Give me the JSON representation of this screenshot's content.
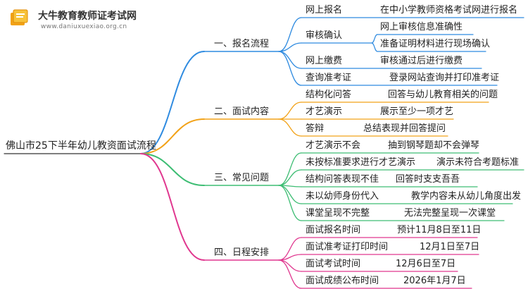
{
  "watermark": {
    "brand": "大牛教育教师证考试网",
    "site": "www.daniuxuexiao.org.cn"
  },
  "colors": {
    "blue": "#2f8be0",
    "orange": "#f2a218",
    "green": "#3dbd73",
    "magenta": "#e0378f",
    "root_line": "#333333"
  },
  "root": "佛山市25下半年幼儿教资面试流程",
  "branches": [
    {
      "label": "一、报名流程",
      "color": "blue",
      "items": [
        {
          "title": "网上报名",
          "detail": "在中小学教师资格考试网进行报名"
        },
        {
          "title": "审核确认",
          "details": [
            "网上审核信息准确性",
            "准备证明材料进行现场确认"
          ]
        },
        {
          "title": "网上缴费",
          "detail": "审核通过后进行缴费"
        },
        {
          "title": "查询准考证",
          "detail": "登录网站查询并打印准考证"
        }
      ]
    },
    {
      "label": "二、面试内容",
      "color": "orange",
      "items": [
        {
          "title": "结构化问答",
          "detail": "回答与幼儿教育相关的问题"
        },
        {
          "title": "才艺演示",
          "detail": "展示至少一项才艺"
        },
        {
          "title": "答辩",
          "detail": "总结表现并回答提问"
        }
      ]
    },
    {
      "label": "三、常见问题",
      "color": "green",
      "items": [
        {
          "title": "才艺演示不会",
          "detail": "抽到钢琴题却不会弹琴"
        },
        {
          "title": "未按标准要求进行才艺演示",
          "detail": "演示未符合考题标准"
        },
        {
          "title": "结构问答表现不佳",
          "detail": "回答时支支吾吾"
        },
        {
          "title": "未以幼师身份代入",
          "detail": "教学内容未从幼儿角度出发"
        },
        {
          "title": "课堂呈现不完整",
          "detail": "无法完整呈现一次课堂"
        }
      ]
    },
    {
      "label": "四、日程安排",
      "color": "magenta",
      "items": [
        {
          "title": "面试报名时间",
          "detail": "预计11月8日至11日"
        },
        {
          "title": "面试准考证打印时间",
          "detail": "12月1日至7日"
        },
        {
          "title": "面试考试时间",
          "detail": "12月6日至7日"
        },
        {
          "title": "面试成绩公布时间",
          "detail": "2026年1月7日"
        }
      ]
    }
  ]
}
